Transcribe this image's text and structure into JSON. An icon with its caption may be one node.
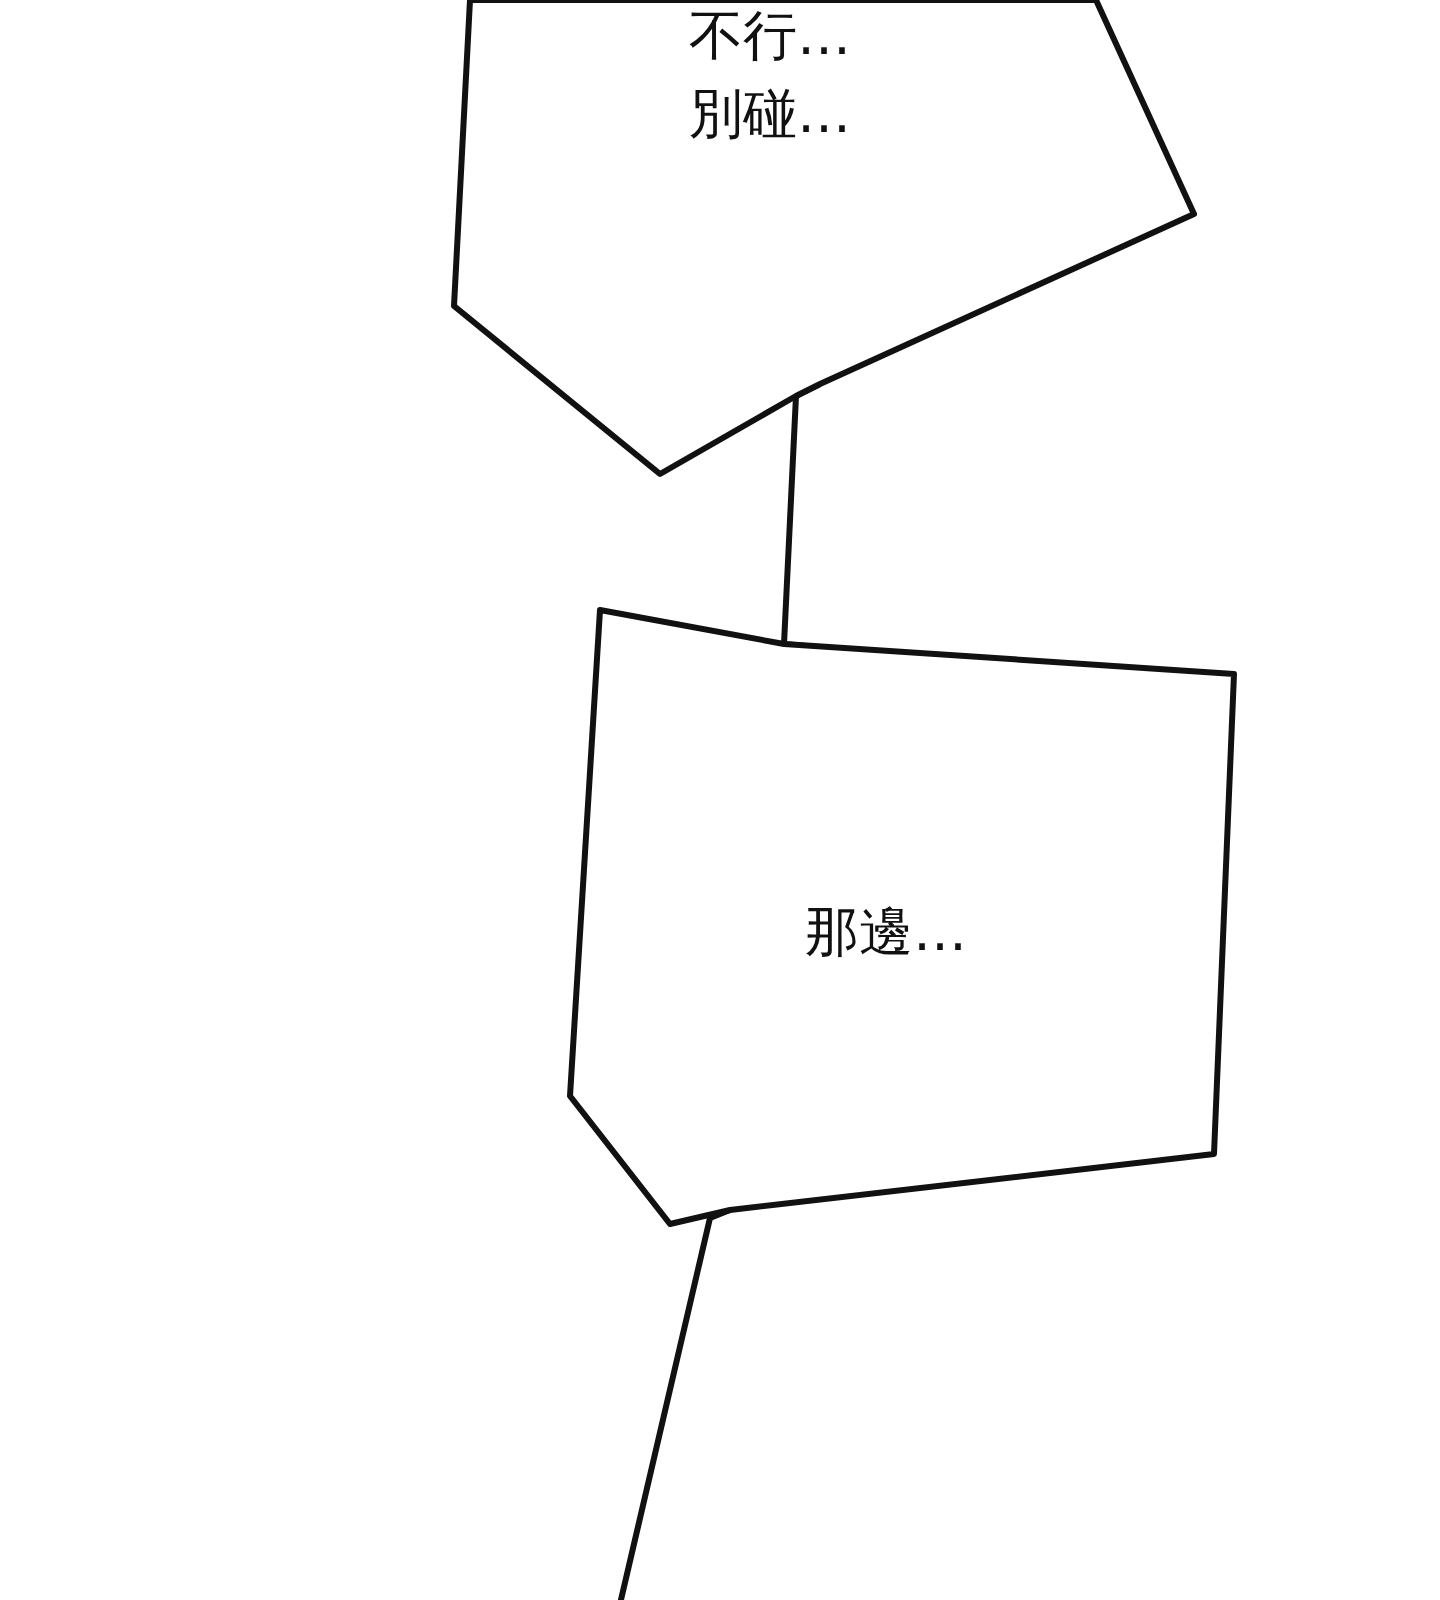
{
  "diagram": {
    "nodes": [
      {
        "text": [
          "不行…別碰…"
        ]
      },
      {
        "text": [
          "那邊…"
        ]
      }
    ],
    "edges": [
      {
        "from": 0,
        "to": 1,
        "arrow": "none"
      },
      {
        "from": 1,
        "to": null,
        "arrow": "none"
      }
    ]
  }
}
